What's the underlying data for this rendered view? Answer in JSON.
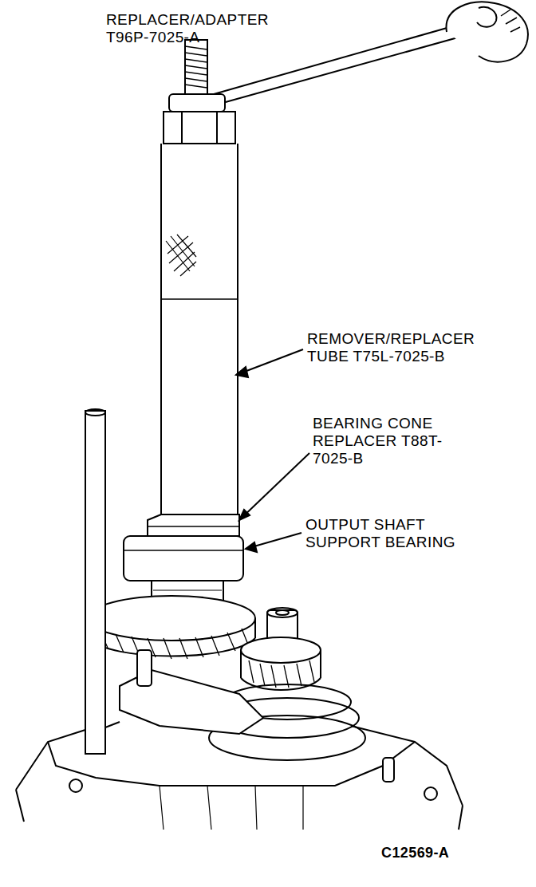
{
  "diagram": {
    "labels": [
      "REPLACER/ADAPTER T96P-7025-A",
      "REMOVER/REPLACER TUBE T75L-7025-B",
      "BEARING CONE REPLACER T88T-7025-B",
      "OUTPUT SHAFT SUPPORT BEARING",
      "C12569-A"
    ]
  }
}
